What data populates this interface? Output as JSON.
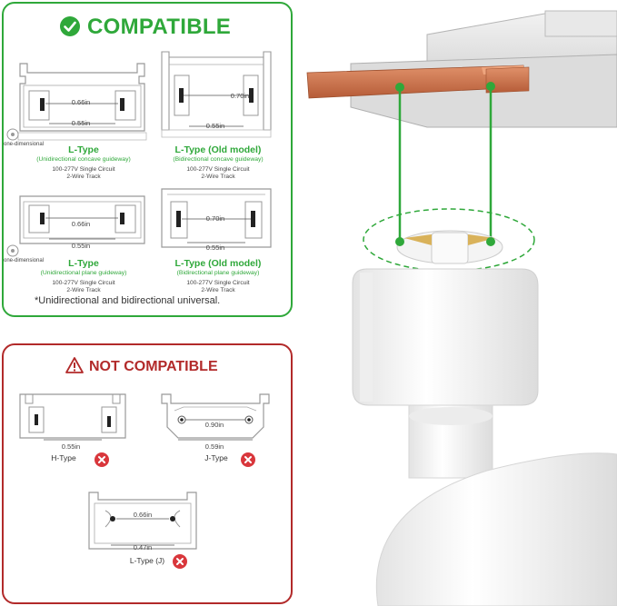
{
  "compatible": {
    "title": "COMPATIBLE",
    "footnote": "*Unidirectional and bidirectional universal.",
    "side_label": "one-dimensional",
    "items": [
      {
        "name": "L-Type",
        "subtitle": "(Unidirectional concave guideway)",
        "spec1": "100-277V Single Circuit",
        "spec2": "2-Wire Track",
        "dim_top": "0.66in",
        "dim_bottom": "0.55in"
      },
      {
        "name": "L-Type (Old model)",
        "subtitle": "(Bidirectional concave guideway)",
        "spec1": "100-277V Single Circuit",
        "spec2": "2-Wire Track",
        "dim_top": "0.70in",
        "dim_bottom": "0.55in"
      },
      {
        "name": "L-Type",
        "subtitle": "(Unidirectional plane guideway)",
        "spec1": "100-277V Single Circuit",
        "spec2": "2-Wire Track",
        "dim_top": "0.66in",
        "dim_bottom": "0.55in"
      },
      {
        "name": "L-Type (Old model)",
        "subtitle": "(Bidirectional plane guideway)",
        "spec1": "100-277V Single Circuit",
        "spec2": "2-Wire Track",
        "dim_top": "0.70in",
        "dim_bottom": "0.55in"
      }
    ]
  },
  "not_compatible": {
    "title": "NOT COMPATIBLE",
    "items": [
      {
        "name": "H-Type",
        "dim_bottom": "0.55in"
      },
      {
        "name": "J-Type",
        "dim_top": "0.90in",
        "dim_bottom": "0.59in"
      },
      {
        "name": "L-Type (J)",
        "dim_top": "0.66in",
        "dim_bottom": "0.47in"
      }
    ]
  },
  "colors": {
    "green": "#2fa83a",
    "red": "#b22a2a",
    "copper": "#c8714a"
  }
}
